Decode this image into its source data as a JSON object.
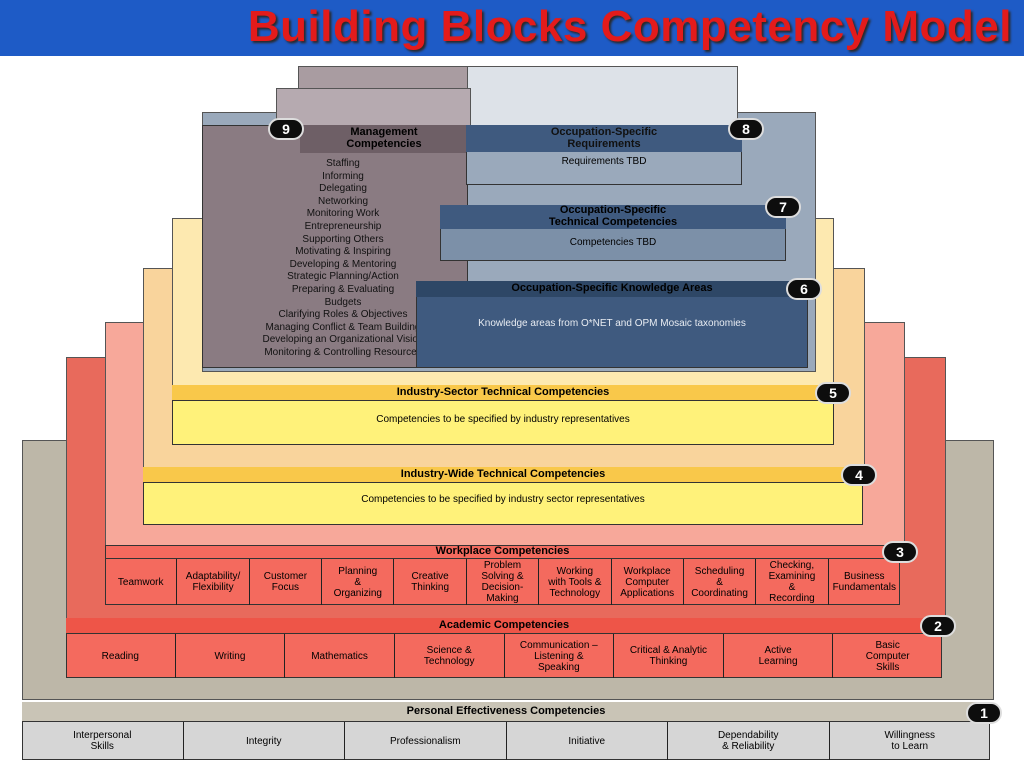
{
  "title": "Building Blocks Competency Model",
  "tiers": {
    "t1": {
      "number": "1",
      "header": "Personal Effectiveness Competencies",
      "items": [
        "Interpersonal\nSkills",
        "Integrity",
        "Professionalism",
        "Initiative",
        "Dependability\n& Reliability",
        "Willingness\nto Learn"
      ]
    },
    "t2": {
      "number": "2",
      "header": "Academic Competencies",
      "items": [
        "Reading",
        "Writing",
        "Mathematics",
        "Science &\nTechnology",
        "Communication –\nListening &\nSpeaking",
        "Critical & Analytic\nThinking",
        "Active\nLearning",
        "Basic\nComputer\nSkills"
      ]
    },
    "t3": {
      "number": "3",
      "header": "Workplace Competencies",
      "items": [
        "Teamwork",
        "Adaptability/\nFlexibility",
        "Customer\nFocus",
        "Planning\n&\nOrganizing",
        "Creative\nThinking",
        "Problem\nSolving &\nDecision-\nMaking",
        "Working\nwith Tools &\nTechnology",
        "Workplace\nComputer\nApplications",
        "Scheduling\n&\nCoordinating",
        "Checking,\nExamining\n&\nRecording",
        "Business\nFundamentals"
      ]
    },
    "t4": {
      "number": "4",
      "header": "Industry-Wide Technical Competencies",
      "body": "Competencies to be specified by industry sector representatives"
    },
    "t5": {
      "number": "5",
      "header": "Industry-Sector Technical Competencies",
      "body": "Competencies to be specified by industry representatives"
    },
    "t6": {
      "number": "6",
      "header": "Occupation-Specific Knowledge Areas",
      "body": "Knowledge areas from O*NET and OPM Mosaic taxonomies"
    },
    "t7": {
      "number": "7",
      "header": "Occupation-Specific\nTechnical Competencies",
      "body": "Competencies TBD"
    },
    "t8": {
      "number": "8",
      "header": "Occupation-Specific\nRequirements",
      "body": "Requirements TBD"
    },
    "t9": {
      "number": "9",
      "header": "Management\nCompetencies",
      "items": [
        "Staffing",
        "Informing",
        "Delegating",
        "Networking",
        "Monitoring Work",
        "Entrepreneurship",
        "Supporting Others",
        "Motivating & Inspiring",
        "Developing & Mentoring",
        "Strategic Planning/Action",
        "Preparing & Evaluating\nBudgets",
        "Clarifying Roles & Objectives",
        "Managing Conflict & Team Building",
        "Developing an Organizational Vision",
        "Monitoring & Controlling Resources"
      ]
    }
  },
  "colors": {
    "title_bar": "#1e5bc6",
    "title_text": "#e31b1b",
    "tier1": "#d6d6d6",
    "tier2": "#f46a5e",
    "tier3": "#f8978b",
    "tier4": "#fff27a",
    "tier5": "#fff27a",
    "tier6": "#3f5a7f",
    "tier7": "#7c90a8",
    "tier8": "#9aa9bb",
    "tier9": "#8a7b82"
  }
}
